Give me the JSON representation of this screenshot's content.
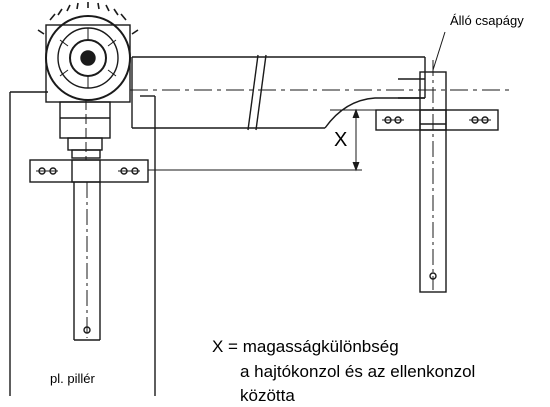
{
  "labels": {
    "bearing": "Álló csapágy",
    "pillar": "pl. pillér",
    "x_mark": "X"
  },
  "note": {
    "line1": "X = magasságkülönbség",
    "line2": "a hajtókonzol és az ellenkonzol",
    "line3": "közötta"
  },
  "colors": {
    "line": "#1a1a1a",
    "background": "#ffffff"
  }
}
